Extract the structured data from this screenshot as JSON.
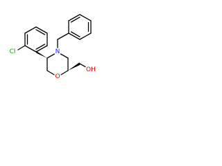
{
  "molecule": {
    "atoms": {
      "nitrogen": "N",
      "oxygen_ring": "O",
      "chlorine": "Cl",
      "hydroxyl": "OH"
    },
    "colors": {
      "bond": "#000000",
      "nitrogen": "#1a1aff",
      "oxygen": "#e00000",
      "chlorine": "#00a000"
    }
  }
}
